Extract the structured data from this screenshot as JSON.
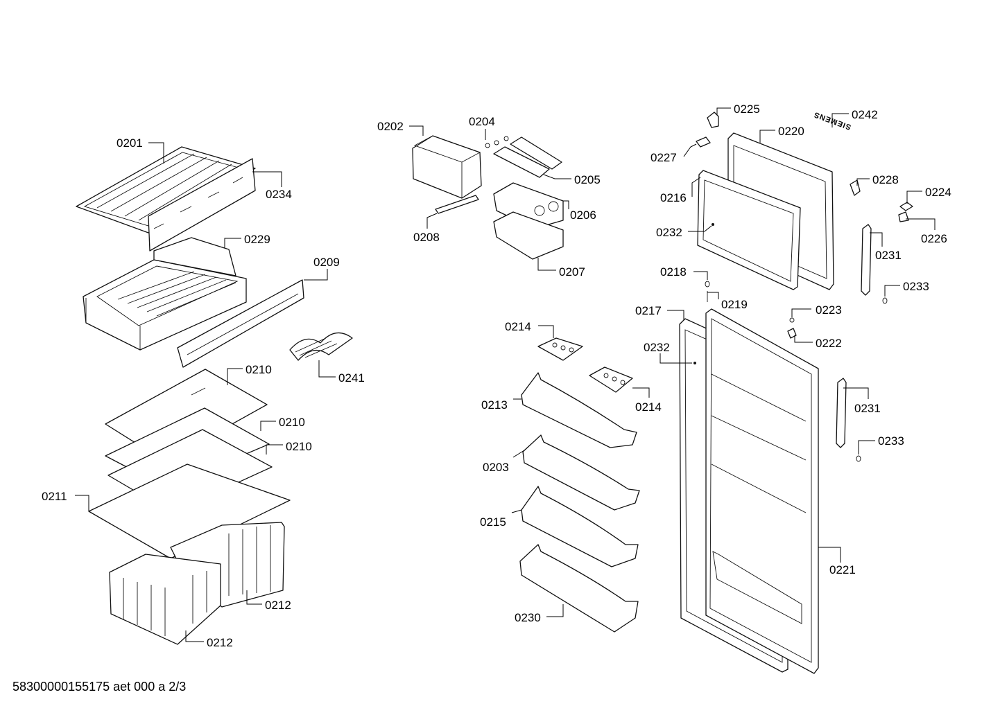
{
  "diagram": {
    "brand_logo_text": "SIEMENS",
    "footer_text": "58300000155175 aet 000 a 2/3",
    "callouts": [
      {
        "id": "c0201",
        "label": "0201"
      },
      {
        "id": "c0234",
        "label": "0234"
      },
      {
        "id": "c0229",
        "label": "0229"
      },
      {
        "id": "c0209",
        "label": "0209"
      },
      {
        "id": "c0241",
        "label": "0241"
      },
      {
        "id": "c0210a",
        "label": "0210"
      },
      {
        "id": "c0210b",
        "label": "0210"
      },
      {
        "id": "c0210c",
        "label": "0210"
      },
      {
        "id": "c0211",
        "label": "0211"
      },
      {
        "id": "c0212a",
        "label": "0212"
      },
      {
        "id": "c0212b",
        "label": "0212"
      },
      {
        "id": "c0202",
        "label": "0202"
      },
      {
        "id": "c0204",
        "label": "0204"
      },
      {
        "id": "c0205",
        "label": "0205"
      },
      {
        "id": "c0206",
        "label": "0206"
      },
      {
        "id": "c0208",
        "label": "0208"
      },
      {
        "id": "c0207",
        "label": "0207"
      },
      {
        "id": "c0214a",
        "label": "0214"
      },
      {
        "id": "c0214b",
        "label": "0214"
      },
      {
        "id": "c0213",
        "label": "0213"
      },
      {
        "id": "c0203",
        "label": "0203"
      },
      {
        "id": "c0215",
        "label": "0215"
      },
      {
        "id": "c0230",
        "label": "0230"
      },
      {
        "id": "c0225",
        "label": "0225"
      },
      {
        "id": "c0242",
        "label": "0242"
      },
      {
        "id": "c0220",
        "label": "0220"
      },
      {
        "id": "c0227",
        "label": "0227"
      },
      {
        "id": "c0216",
        "label": "0216"
      },
      {
        "id": "c0228",
        "label": "0228"
      },
      {
        "id": "c0224",
        "label": "0224"
      },
      {
        "id": "c0226",
        "label": "0226"
      },
      {
        "id": "c0232a",
        "label": "0232"
      },
      {
        "id": "c0231a",
        "label": "0231"
      },
      {
        "id": "c0218",
        "label": "0218"
      },
      {
        "id": "c0233a",
        "label": "0233"
      },
      {
        "id": "c0219",
        "label": "0219"
      },
      {
        "id": "c0217",
        "label": "0217"
      },
      {
        "id": "c0223",
        "label": "0223"
      },
      {
        "id": "c0222",
        "label": "0222"
      },
      {
        "id": "c0232b",
        "label": "0232"
      },
      {
        "id": "c0231b",
        "label": "0231"
      },
      {
        "id": "c0233b",
        "label": "0233"
      },
      {
        "id": "c0221",
        "label": "0221"
      }
    ]
  }
}
